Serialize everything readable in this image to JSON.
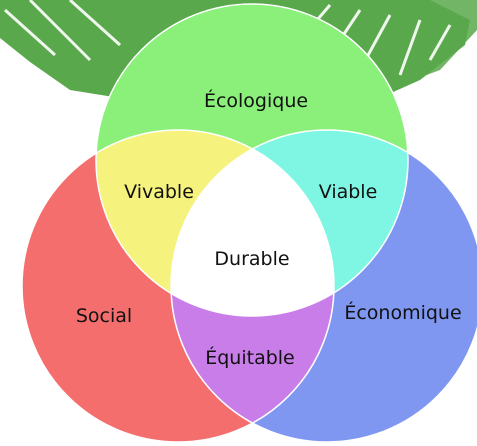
{
  "diagram": {
    "sets": {
      "ecological": "Écologique",
      "social": "Social",
      "economic": "Économique"
    },
    "intersections": {
      "ecological_social": "Vivable",
      "ecological_economic": "Viable",
      "social_economic": "Équitable",
      "all": "Durable"
    },
    "colors": {
      "ecological": "#8af07a",
      "social": "#f46e6e",
      "economic": "#7f97f1",
      "vivable": "#f5f27e",
      "viable": "#7ff6e4",
      "equitable": "#c97de8",
      "durable": "#ffffff",
      "outline": "#ffffff",
      "foliage": "#5aa84c"
    },
    "decoration": "palm-leaf-illustration"
  }
}
